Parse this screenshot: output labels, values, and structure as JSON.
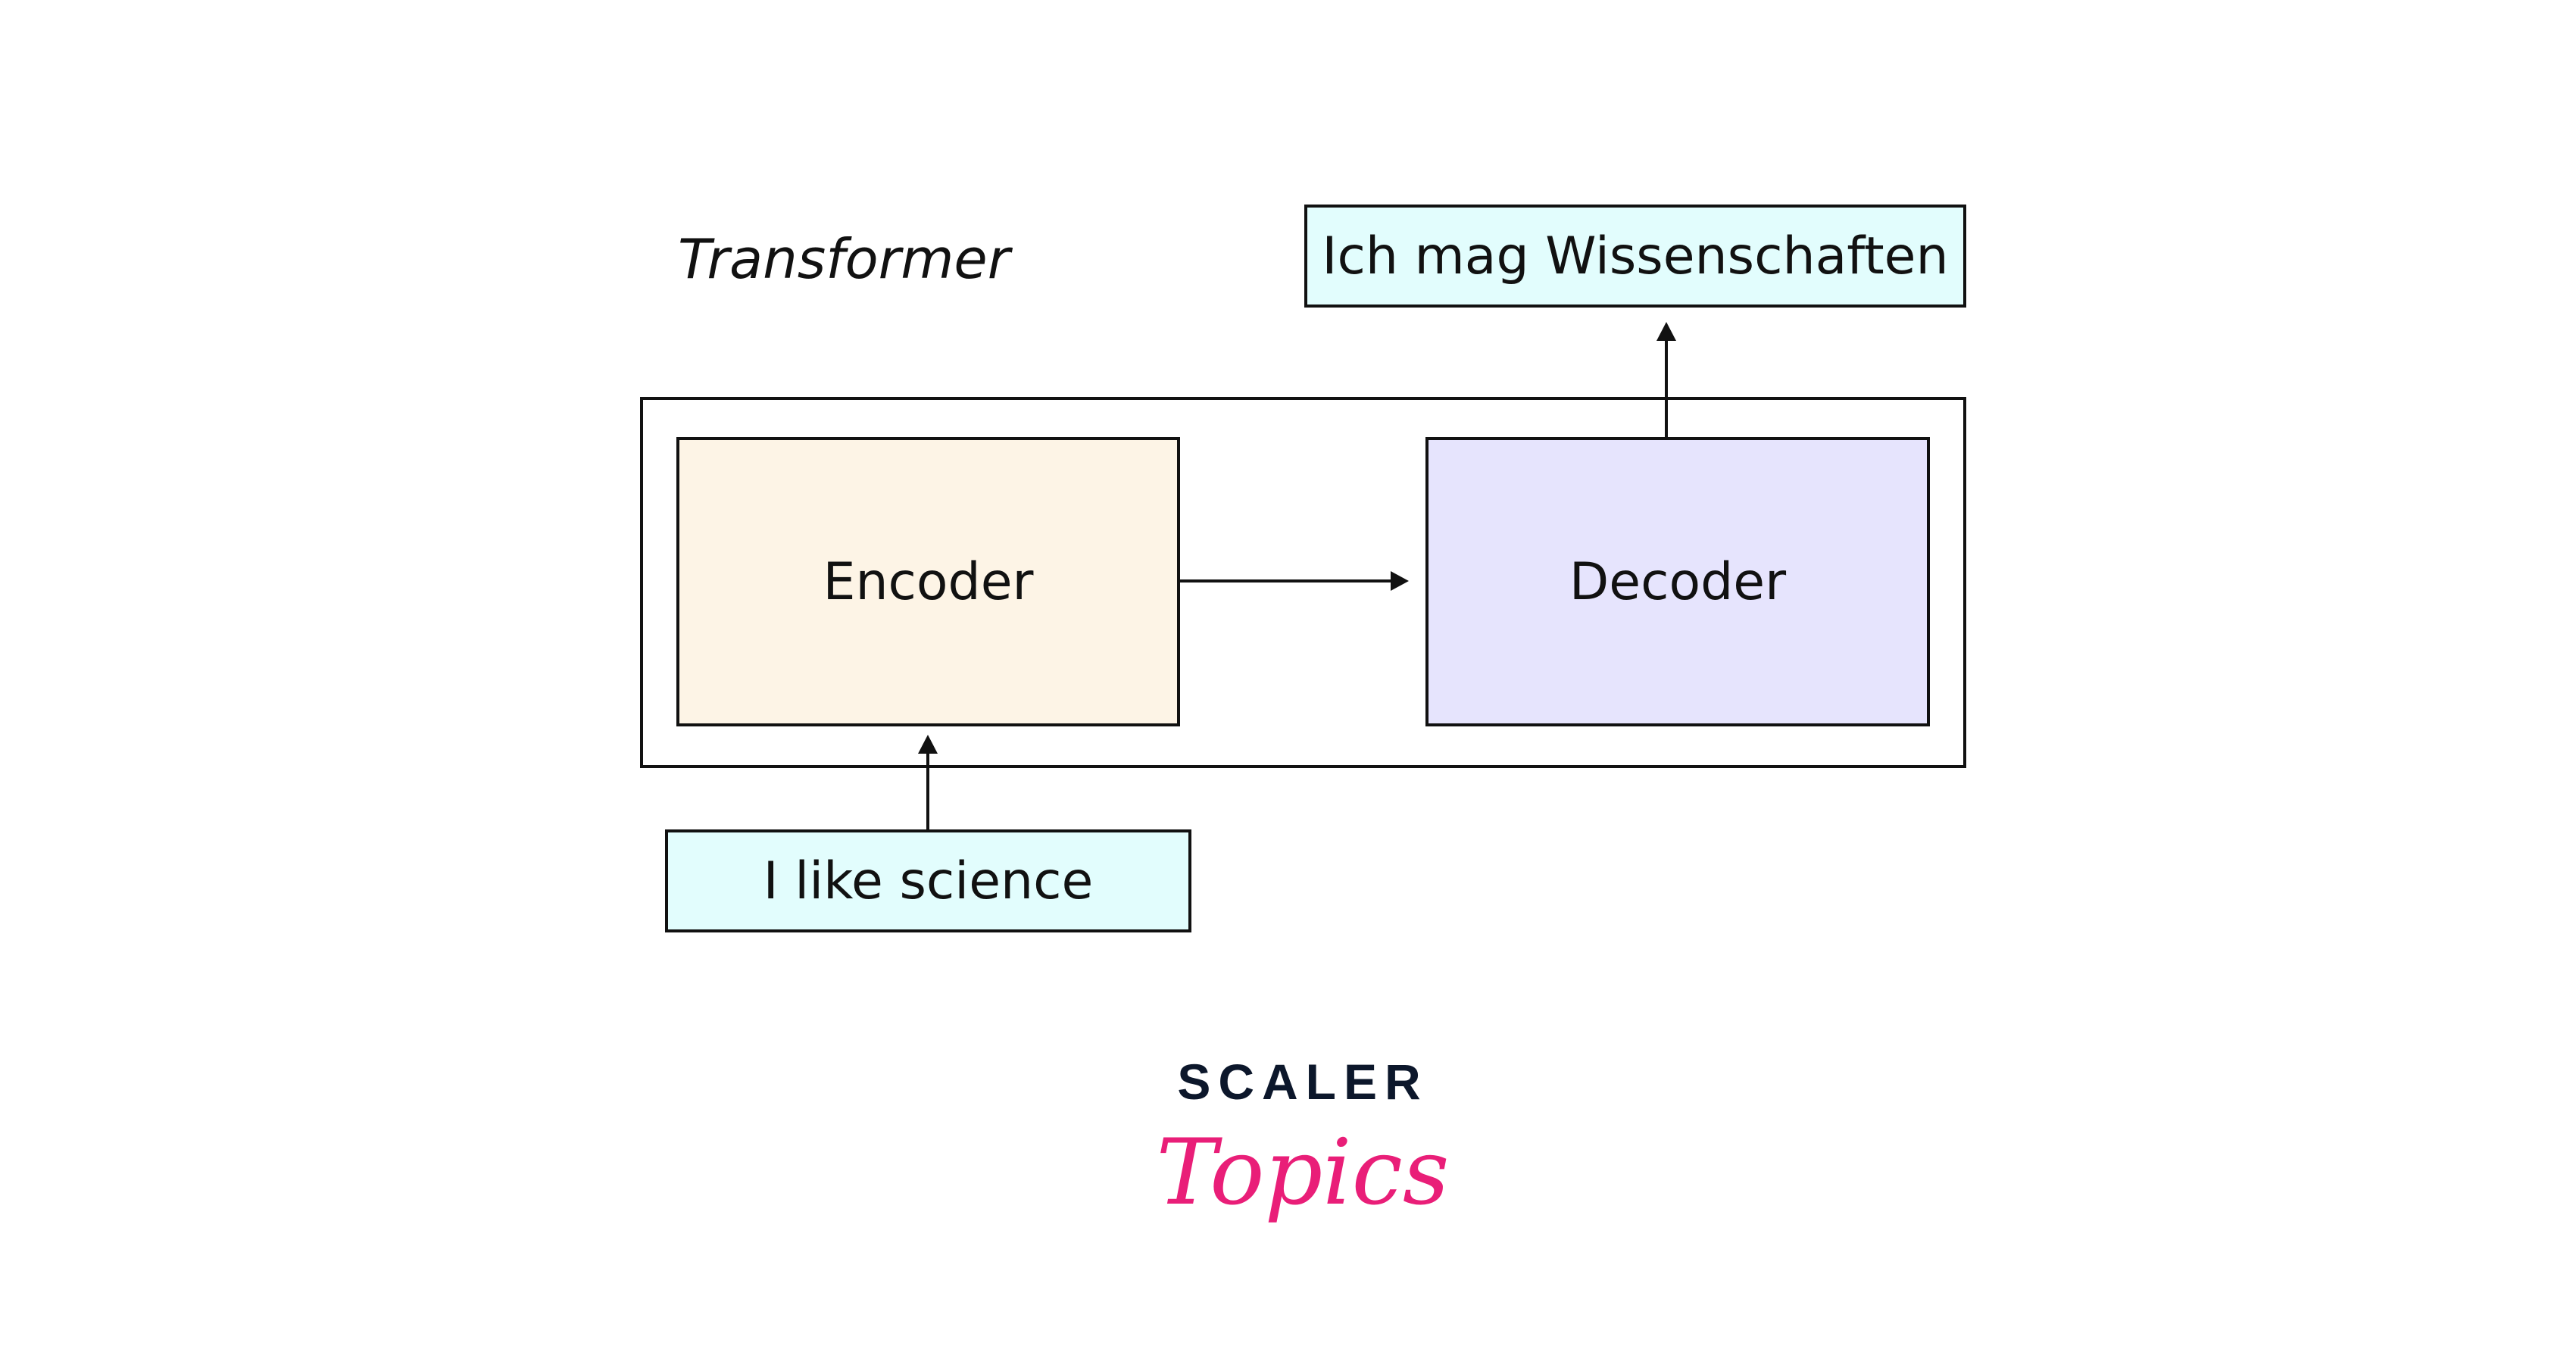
{
  "diagram": {
    "title": "Transformer",
    "encoder_label": "Encoder",
    "decoder_label": "Decoder",
    "input_text": "I like science",
    "output_text": "Ich mag Wissenschaften",
    "colors": {
      "encoder": "#fdf4e6",
      "decoder": "#e6e4fd",
      "io": "#e2fdfd"
    }
  },
  "logo": {
    "line1": "SCALER",
    "line2": "Topics",
    "colors": {
      "line1": "#0c172b",
      "line2": "#e91e78"
    }
  }
}
